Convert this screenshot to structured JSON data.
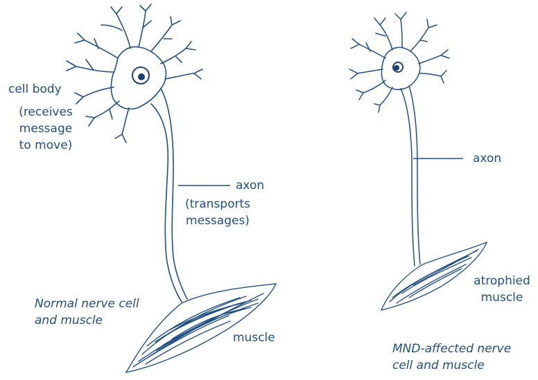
{
  "normal": {
    "cell_body": "cell body",
    "receives": [
      "(receives",
      "message",
      "to move)"
    ],
    "axon": "axon",
    "transports": [
      "(transports",
      "messages)"
    ],
    "caption": [
      "Normal nerve cell",
      "and muscle"
    ],
    "muscle": "muscle"
  },
  "affected": {
    "axon": "axon",
    "atrophied": [
      "atrophied",
      "muscle"
    ],
    "caption": [
      "MND-affected nerve",
      "cell and muscle"
    ]
  },
  "colors": {
    "ink": "#1f4e84",
    "nucleus": "#1d3f73"
  }
}
